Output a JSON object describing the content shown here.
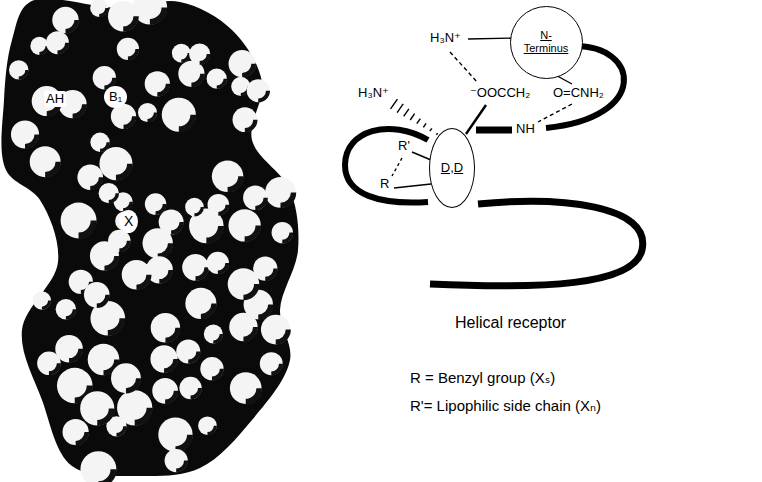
{
  "diagram": {
    "nodes": [
      {
        "text": [
          "N-Terminus"
        ]
      },
      {
        "text": [
          "D,D"
        ]
      }
    ],
    "labels": [
      "AH",
      "B₁",
      "X",
      "H₃N⁺",
      "⁻OOCCH₂",
      "O=CNH₂",
      "NH",
      "H₃N⁺",
      "R'",
      "R",
      "Helical receptor",
      "R = Benzyl group (Xₛ)",
      "R'= Lipophilic side chain (Xₙ)"
    ]
  }
}
